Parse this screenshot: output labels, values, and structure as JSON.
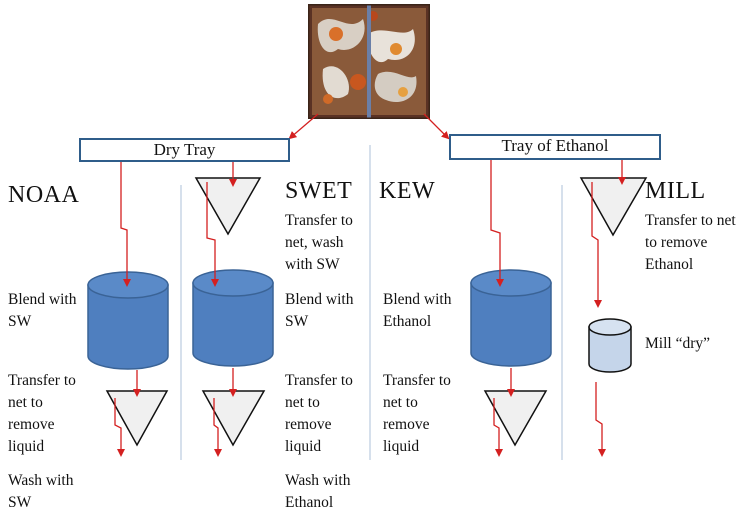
{
  "photo": {
    "description_icon": "sample-photo"
  },
  "trays": {
    "dry": "Dry Tray",
    "ethanol": "Tray of Ethanol"
  },
  "methods": {
    "noaa": {
      "name": "NOAA",
      "step1": "Blend with\nSW",
      "step2": "Transfer to\nnet to\nremove\nliquid",
      "step3": "Wash with\nSW"
    },
    "swet": {
      "name": "SWET",
      "step0": "Transfer to\nnet, wash\nwith SW",
      "step1": "Blend with\nSW",
      "step2": "Transfer to\nnet to\nremove\nliquid",
      "step3": "Wash with\nEthanol"
    },
    "kew": {
      "name": "KEW",
      "step1": "Blend with\nEthanol",
      "step2": "Transfer to\nnet to\nremove\nliquid"
    },
    "mill": {
      "name": "MILL",
      "step0": "Transfer to net\nto remove\nEthanol",
      "step1": "Mill “dry”"
    }
  },
  "colors": {
    "blender": "#4f7fbf",
    "blender_stroke": "#3a6396",
    "mill_cup": "#c5d5ea",
    "funnel": "#f0f0f0",
    "arrow": "#d42020",
    "tray_border": "#2f5d8a",
    "divider": "#c9d6e6"
  }
}
